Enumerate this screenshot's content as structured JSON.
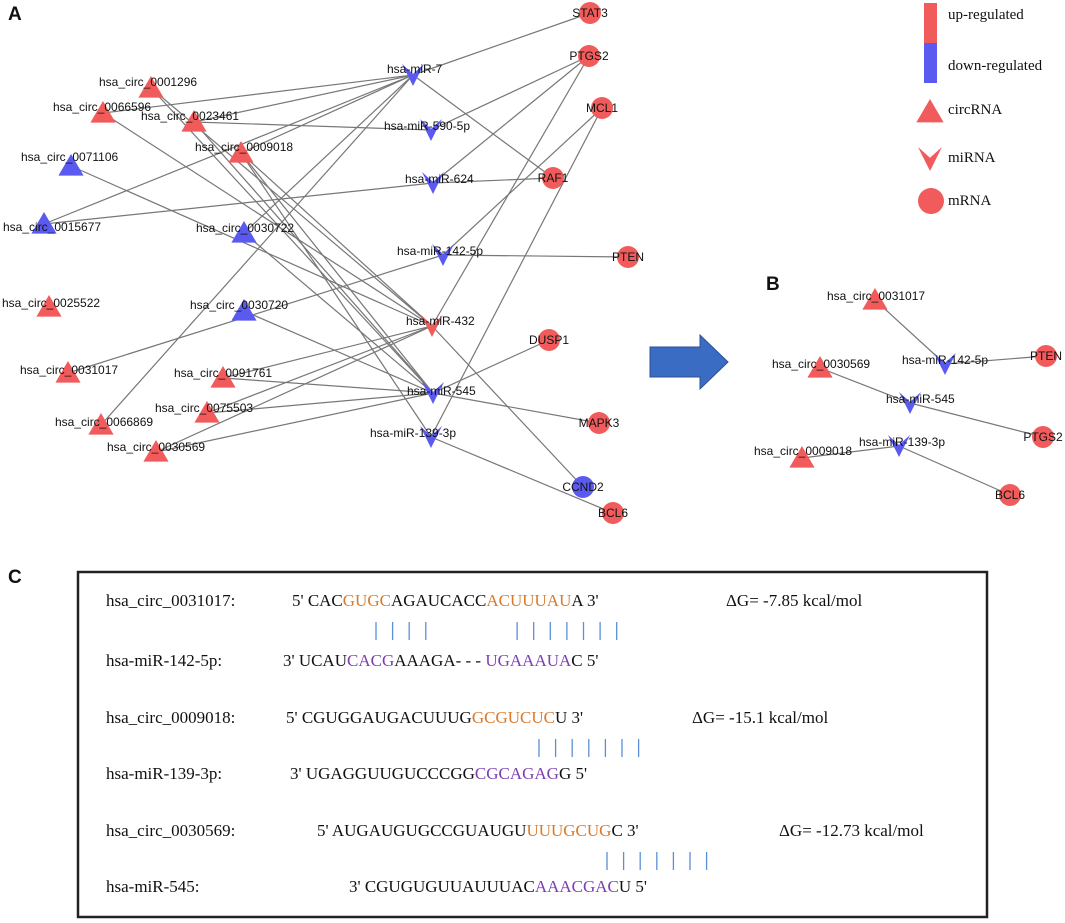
{
  "colors": {
    "up": "#f25b5b",
    "down": "#5a5af0",
    "edge": "#777777",
    "arrow": "#3a6cc4",
    "highlight_circ": "#d97a2b",
    "highlight_mir": "#7b3fb2",
    "pair_line": "#5b8fd6"
  },
  "panel_a": {
    "letter": "A",
    "nodes": [
      {
        "id": "c1296",
        "label": "hsa_circ_0001296",
        "type": "circRNA",
        "reg": "up"
      },
      {
        "id": "c6596",
        "label": "hsa_circ_0066596",
        "type": "circRNA",
        "reg": "up"
      },
      {
        "id": "c3461",
        "label": "hsa_circ_0023461",
        "type": "circRNA",
        "reg": "up"
      },
      {
        "id": "c9018",
        "label": "hsa_circ_0009018",
        "type": "circRNA",
        "reg": "up"
      },
      {
        "id": "c1106",
        "label": "hsa_circ_0071106",
        "type": "circRNA",
        "reg": "down"
      },
      {
        "id": "c5677",
        "label": "hsa_circ_0015677",
        "type": "circRNA",
        "reg": "down"
      },
      {
        "id": "c0722",
        "label": "hsa_circ_0030722",
        "type": "circRNA",
        "reg": "down"
      },
      {
        "id": "c5522",
        "label": "hsa_circ_0025522",
        "type": "circRNA",
        "reg": "up"
      },
      {
        "id": "c0720",
        "label": "hsa_circ_0030720",
        "type": "circRNA",
        "reg": "down"
      },
      {
        "id": "c1017",
        "label": "hsa_circ_0031017",
        "type": "circRNA",
        "reg": "up"
      },
      {
        "id": "c1761",
        "label": "hsa_circ_0091761",
        "type": "circRNA",
        "reg": "up"
      },
      {
        "id": "c5503",
        "label": "hsa_circ_0075503",
        "type": "circRNA",
        "reg": "up"
      },
      {
        "id": "c6869",
        "label": "hsa_circ_0066869",
        "type": "circRNA",
        "reg": "up"
      },
      {
        "id": "c0569",
        "label": "hsa_circ_0030569",
        "type": "circRNA",
        "reg": "up"
      },
      {
        "id": "m7",
        "label": "hsa-miR-7",
        "type": "miRNA",
        "reg": "down"
      },
      {
        "id": "m590",
        "label": "hsa-miR-590-5p",
        "type": "miRNA",
        "reg": "down"
      },
      {
        "id": "m624",
        "label": "hsa-miR-624",
        "type": "miRNA",
        "reg": "down"
      },
      {
        "id": "m142",
        "label": "hsa-miR-142-5p",
        "type": "miRNA",
        "reg": "down"
      },
      {
        "id": "m432",
        "label": "hsa-miR-432",
        "type": "miRNA",
        "reg": "up"
      },
      {
        "id": "m545",
        "label": "hsa-miR-545",
        "type": "miRNA",
        "reg": "down"
      },
      {
        "id": "m139",
        "label": "hsa-miR-139-3p",
        "type": "miRNA",
        "reg": "down"
      },
      {
        "id": "stat3",
        "label": "STAT3",
        "type": "mRNA",
        "reg": "up"
      },
      {
        "id": "ptgs2",
        "label": "PTGS2",
        "type": "mRNA",
        "reg": "up"
      },
      {
        "id": "mcl1",
        "label": "MCL1",
        "type": "mRNA",
        "reg": "up"
      },
      {
        "id": "raf1",
        "label": "RAF1",
        "type": "mRNA",
        "reg": "up"
      },
      {
        "id": "pten",
        "label": "PTEN",
        "type": "mRNA",
        "reg": "up"
      },
      {
        "id": "dusp1",
        "label": "DUSP1",
        "type": "mRNA",
        "reg": "up"
      },
      {
        "id": "mapk3",
        "label": "MAPK3",
        "type": "mRNA",
        "reg": "up"
      },
      {
        "id": "ccnd2",
        "label": "CCND2",
        "type": "mRNA",
        "reg": "down"
      },
      {
        "id": "bcl6",
        "label": "BCL6",
        "type": "mRNA",
        "reg": "up"
      }
    ],
    "edges": [
      [
        "c1296",
        "m432"
      ],
      [
        "c1296",
        "m545"
      ],
      [
        "c6596",
        "m432"
      ],
      [
        "c6596",
        "m7"
      ],
      [
        "c3461",
        "m7"
      ],
      [
        "c3461",
        "m590"
      ],
      [
        "c3461",
        "m545"
      ],
      [
        "c9018",
        "m7"
      ],
      [
        "c9018",
        "m432"
      ],
      [
        "c9018",
        "m139"
      ],
      [
        "c9018",
        "m545"
      ],
      [
        "c1106",
        "m432"
      ],
      [
        "c5677",
        "m7"
      ],
      [
        "c5677",
        "m624"
      ],
      [
        "c0722",
        "m545"
      ],
      [
        "c0722",
        "m7"
      ],
      [
        "c0720",
        "m545"
      ],
      [
        "c1017",
        "m142"
      ],
      [
        "c1761",
        "m432"
      ],
      [
        "c1761",
        "m545"
      ],
      [
        "c5503",
        "m545"
      ],
      [
        "c5503",
        "m432"
      ],
      [
        "c6869",
        "m7"
      ],
      [
        "c0569",
        "m545"
      ],
      [
        "c0569",
        "m432"
      ],
      [
        "m7",
        "stat3"
      ],
      [
        "m7",
        "raf1"
      ],
      [
        "m590",
        "ptgs2"
      ],
      [
        "m624",
        "raf1"
      ],
      [
        "m624",
        "ptgs2"
      ],
      [
        "m142",
        "pten"
      ],
      [
        "m142",
        "mcl1"
      ],
      [
        "m432",
        "ptgs2"
      ],
      [
        "m432",
        "ccnd2"
      ],
      [
        "m545",
        "dusp1"
      ],
      [
        "m545",
        "mapk3"
      ],
      [
        "m139",
        "bcl6"
      ],
      [
        "m139",
        "mcl1"
      ]
    ]
  },
  "panel_b": {
    "letter": "B",
    "nodes": [
      {
        "id": "b1017",
        "label": "hsa_circ_0031017",
        "type": "circRNA",
        "reg": "up"
      },
      {
        "id": "b0569",
        "label": "hsa_circ_0030569",
        "type": "circRNA",
        "reg": "up"
      },
      {
        "id": "b9018",
        "label": "hsa_circ_0009018",
        "type": "circRNA",
        "reg": "up"
      },
      {
        "id": "bm142",
        "label": "hsa-miR-142-5p",
        "type": "miRNA",
        "reg": "down"
      },
      {
        "id": "bm545",
        "label": "hsa-miR-545",
        "type": "miRNA",
        "reg": "down"
      },
      {
        "id": "bm139",
        "label": "hsa-miR-139-3p",
        "type": "miRNA",
        "reg": "down"
      },
      {
        "id": "bpten",
        "label": "PTEN",
        "type": "mRNA",
        "reg": "up"
      },
      {
        "id": "bptgs2",
        "label": "PTGS2",
        "type": "mRNA",
        "reg": "up"
      },
      {
        "id": "bbcl6",
        "label": "BCL6",
        "type": "mRNA",
        "reg": "up"
      }
    ],
    "edges": [
      [
        "b1017",
        "bm142"
      ],
      [
        "bm142",
        "bpten"
      ],
      [
        "b0569",
        "bm545"
      ],
      [
        "bm545",
        "bptgs2"
      ],
      [
        "b9018",
        "bm139"
      ],
      [
        "bm139",
        "bbcl6"
      ]
    ]
  },
  "legend": [
    {
      "label": "up-regulated",
      "shape": "bar",
      "reg": "up"
    },
    {
      "label": "down-regulated",
      "shape": "bar",
      "reg": "down"
    },
    {
      "label": "circRNA",
      "shape": "triangle",
      "reg": "up"
    },
    {
      "label": "miRNA",
      "shape": "chevron",
      "reg": "up"
    },
    {
      "label": "mRNA",
      "shape": "circle",
      "reg": "up"
    }
  ],
  "panel_c": {
    "letter": "C",
    "pairs": [
      {
        "circ_name": "hsa_circ_0031017:",
        "circ_segments": [
          [
            "5' CAC",
            ""
          ],
          [
            "GUGC",
            "o"
          ],
          [
            "AGAUCACC",
            ""
          ],
          [
            "ACUUUAU",
            "o"
          ],
          [
            "A 3'",
            ""
          ]
        ],
        "dg": "ΔG= -7.85 kcal/mol",
        "mir_name": "hsa-miR-142-5p:",
        "mir_segments": [
          [
            "3' UCAU",
            ""
          ],
          [
            "CACG",
            "p"
          ],
          [
            "AAAGA- - - ",
            ""
          ],
          [
            "UGAAAUA",
            "p"
          ],
          [
            "C 5'",
            ""
          ]
        ],
        "pairing": "| | | |          | | | | | | |"
      },
      {
        "circ_name": "hsa_circ_0009018:",
        "circ_segments": [
          [
            "5' CGUGGAUGACUUUG",
            ""
          ],
          [
            "GCGUCUC",
            "o"
          ],
          [
            "U 3'",
            ""
          ]
        ],
        "dg": "ΔG= -15.1 kcal/mol",
        "mir_name": "hsa-miR-139-3p:",
        "mir_segments": [
          [
            "3' UGAGGUUGUCCCGG",
            ""
          ],
          [
            "CGCAGAG",
            "p"
          ],
          [
            "G 5'",
            ""
          ]
        ],
        "pairing": "| | | | | | |"
      },
      {
        "circ_name": "hsa_circ_0030569:",
        "circ_segments": [
          [
            "5' AUGAUGUGCCGUAUGU",
            ""
          ],
          [
            "UUUGCUG",
            "o"
          ],
          [
            "C 3'",
            ""
          ]
        ],
        "dg": "ΔG= -12.73 kcal/mol",
        "mir_name": "hsa-miR-545:",
        "mir_segments": [
          [
            "3' CGUGUGUUAUUUAC",
            ""
          ],
          [
            "AAACGAC",
            "p"
          ],
          [
            "U 5'",
            ""
          ]
        ],
        "pairing": "| | | | | | |"
      }
    ]
  }
}
